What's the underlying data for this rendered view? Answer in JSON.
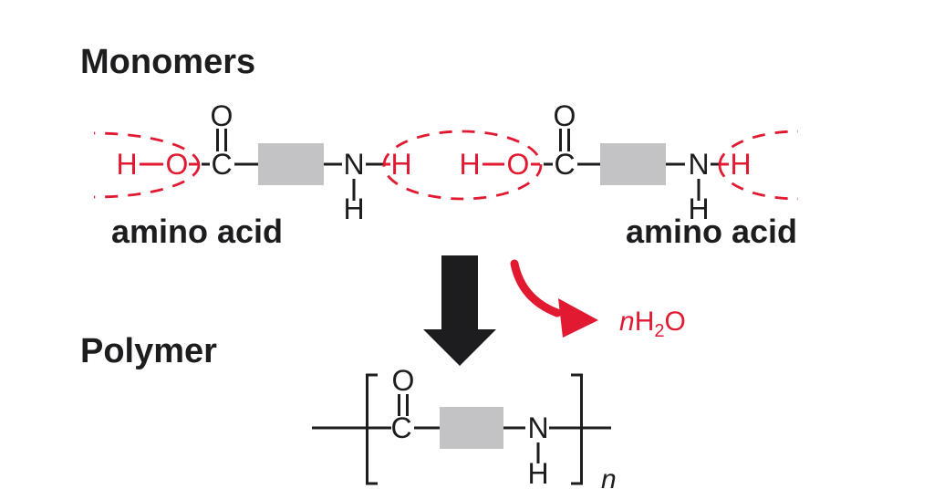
{
  "headings": {
    "monomers": "Monomers",
    "polymer": "Polymer"
  },
  "labels": {
    "amino_acid_1": "amino acid",
    "amino_acid_2": "amino acid",
    "polymer_repeat_subscript": "n"
  },
  "monomer1": {
    "hydroxyl_h": "H",
    "hydroxyl_o": "O",
    "carbonyl_o": "O",
    "carbon": "C",
    "nitrogen": "N",
    "amine_h_right": "H",
    "amine_h_down": "H"
  },
  "monomer2": {
    "hydroxyl_h": "H",
    "hydroxyl_o": "O",
    "carbonyl_o": "O",
    "carbon": "C",
    "nitrogen": "N",
    "amine_h_right": "H",
    "amine_h_down": "H"
  },
  "byproduct": {
    "coefficient": "n",
    "hydrogen": "H",
    "subscript": "2",
    "oxygen": "O"
  },
  "polymer_unit": {
    "carbonyl_o": "O",
    "carbon": "C",
    "nitrogen": "N",
    "amine_h": "H"
  },
  "colors": {
    "red": "#E11931",
    "gray": "#C3C3C5",
    "black": "#1D1D1F",
    "background": "#FFFFFF"
  }
}
